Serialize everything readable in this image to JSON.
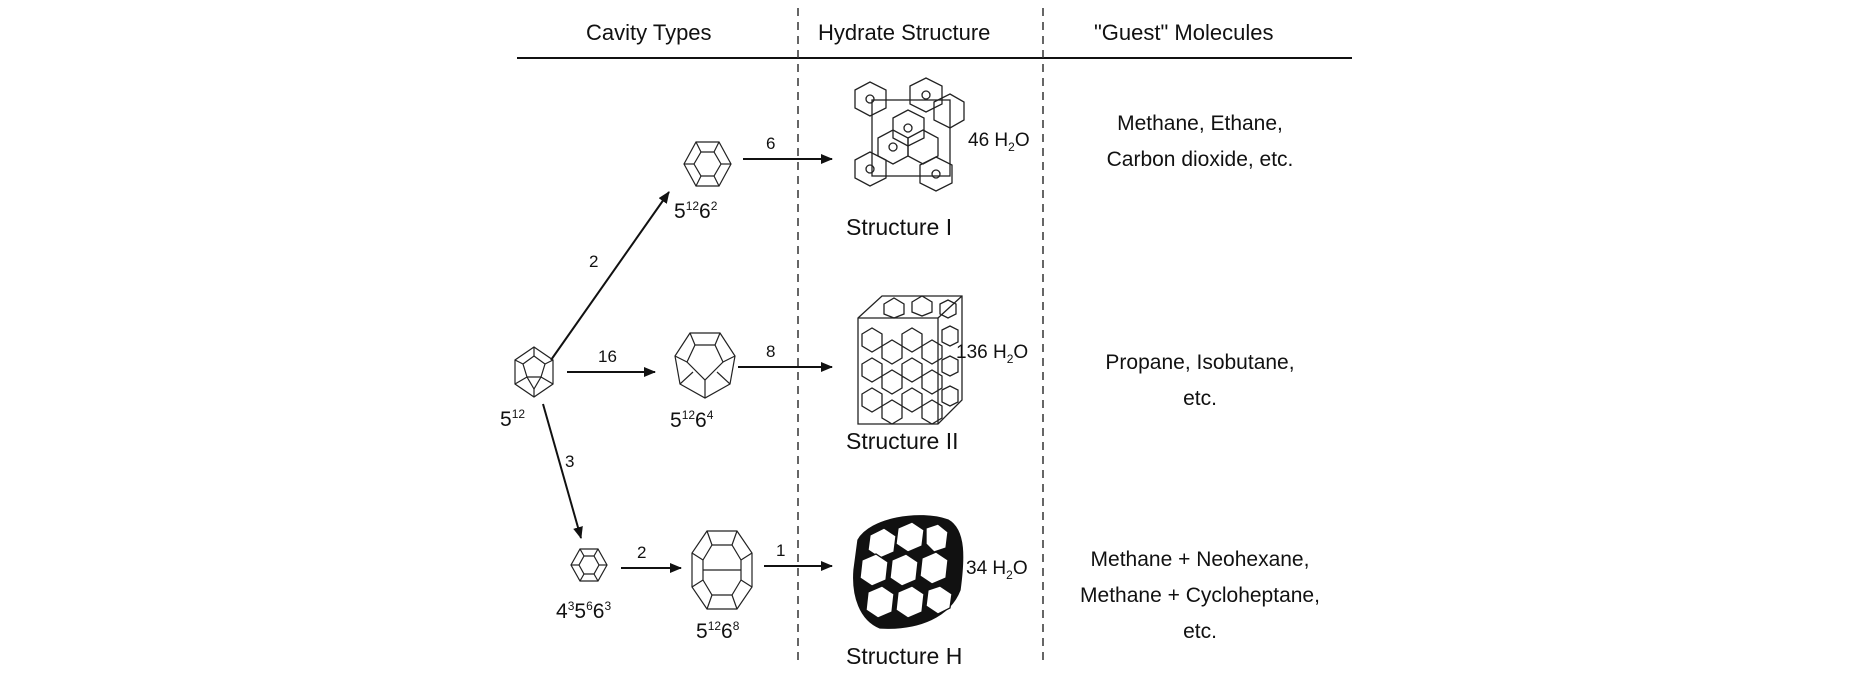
{
  "headers": {
    "cavity": "Cavity Types",
    "hydrate": "Hydrate Structure",
    "guest": "\"Guest\" Molecules"
  },
  "cavities": {
    "c512": {
      "base": "5",
      "exp": "12"
    },
    "c51262": {
      "b1": "5",
      "e1": "12",
      "b2": "6",
      "e2": "2"
    },
    "c51264": {
      "b1": "5",
      "e1": "12",
      "b2": "6",
      "e2": "4"
    },
    "c435663": {
      "b1": "4",
      "e1": "3",
      "b2": "5",
      "e2": "6",
      "b3": "6",
      "e3": "3"
    },
    "c51268": {
      "b1": "5",
      "e1": "12",
      "b2": "6",
      "e2": "8"
    }
  },
  "arrow_counts": {
    "to_51262": "2",
    "to_51264": "16",
    "to_435663": "3",
    "to_51268": "2",
    "to_sI": "6",
    "to_sII": "8",
    "to_sH": "1"
  },
  "structures": {
    "sI": {
      "name": "Structure I",
      "water_num": "46 H",
      "water_sub": "2",
      "water_tail": "O"
    },
    "sII": {
      "name": "Structure II",
      "water_num": "136 H",
      "water_sub": "2",
      "water_tail": "O"
    },
    "sH": {
      "name": "Structure H",
      "water_num": "34 H",
      "water_sub": "2",
      "water_tail": "O"
    }
  },
  "guests": {
    "sI": [
      "Methane, Ethane,",
      "Carbon dioxide, etc."
    ],
    "sII": [
      "Propane, Isobutane,",
      "etc."
    ],
    "sH": [
      "Methane + Neohexane,",
      "Methane + Cycloheptane,",
      "etc."
    ]
  }
}
